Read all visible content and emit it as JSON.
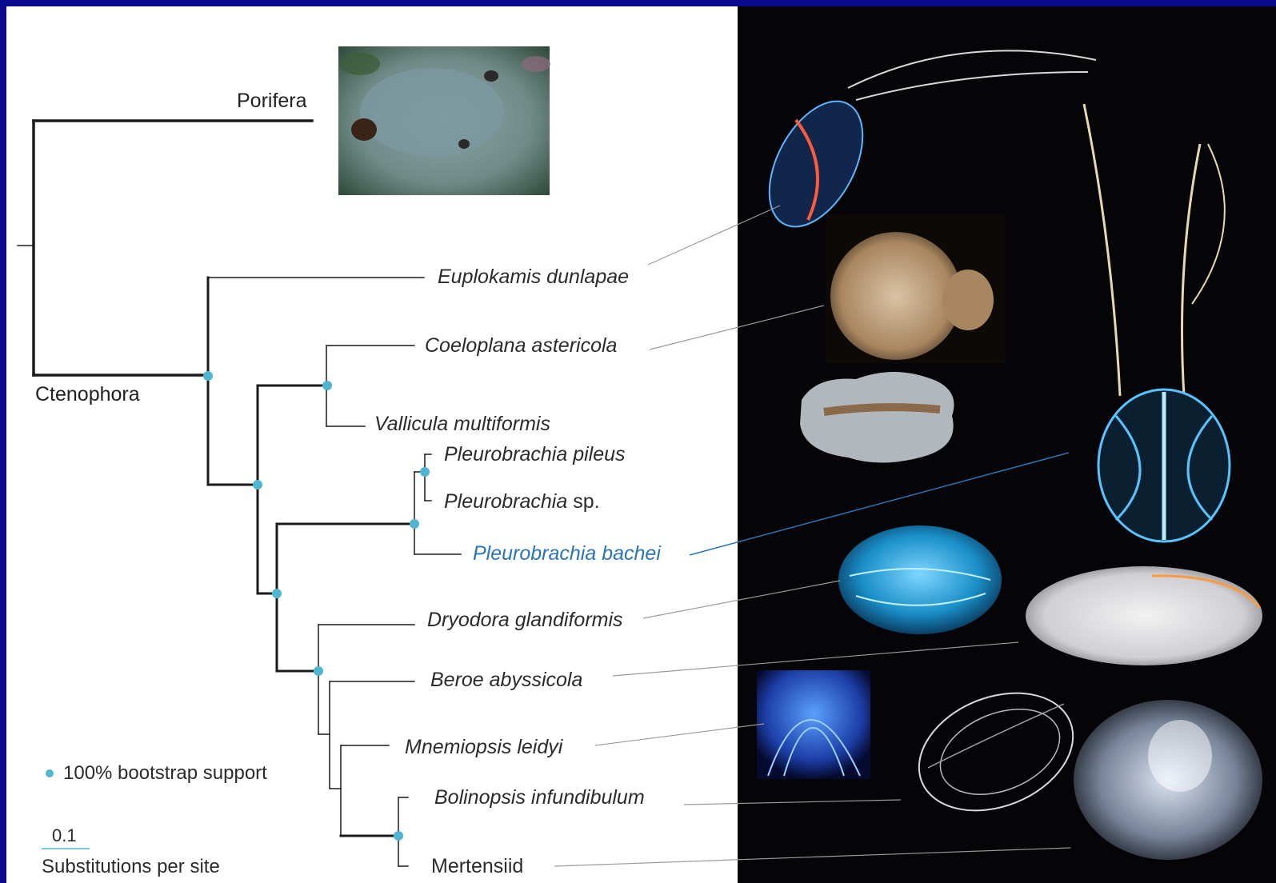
{
  "groups": {
    "outgroup": "Porifera",
    "ingroup": "Ctenophora"
  },
  "taxa": {
    "euplokamis": "Euplokamis dunlapae",
    "coeloplana": "Coeloplana astericola",
    "vallicula": "Vallicula multiformis",
    "pleuro_pileus": "Pleurobrachia pileus",
    "pleuro_sp_genus": "Pleurobrachia",
    "pleuro_sp_suffix": " sp.",
    "pleuro_bachei": "Pleurobrachia bachei",
    "dryodora": "Dryodora glandiformis",
    "beroe": "Beroe abyssicola",
    "mnemiopsis": "Mnemiopsis leidyi",
    "bolinopsis": "Bolinopsis infundibulum",
    "mertensiid": "Mertensiid"
  },
  "legend": {
    "bootstrap": "100% bootstrap support",
    "scale_value": "0.1",
    "scale_label": "Substitutions per site"
  },
  "colors": {
    "node_dot": "#4fb6d2",
    "highlight_taxon": "#2a74b8",
    "background_frame": "#0a0a8c"
  }
}
